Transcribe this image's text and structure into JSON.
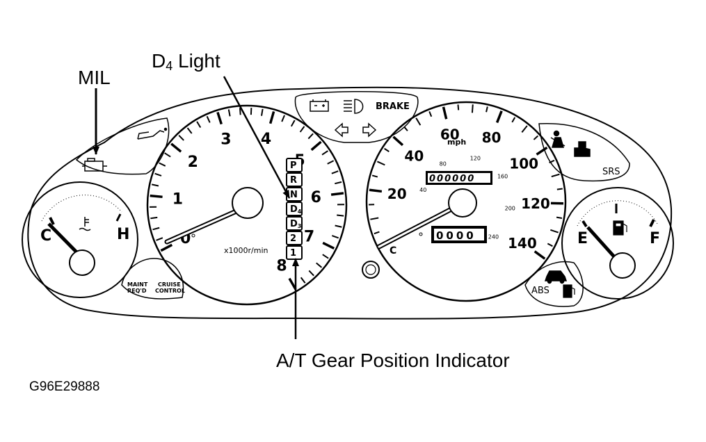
{
  "callouts": {
    "mil": "MIL",
    "d4_light_main": "D",
    "d4_light_sub": "4",
    "d4_light_rest": " Light",
    "at_gear_indicator": "A/T Gear Position Indicator",
    "figure_id": "G96E29888"
  },
  "tachometer": {
    "numbers": [
      "0",
      "1",
      "2",
      "3",
      "4",
      "5",
      "6",
      "7",
      "8"
    ],
    "unit": "x1000r/min"
  },
  "gear_indicator": {
    "positions": [
      "P",
      "R",
      "N",
      "D4",
      "D3",
      "2",
      "1"
    ]
  },
  "speedometer": {
    "mph_numbers": [
      "20",
      "40",
      "60",
      "80",
      "100",
      "120",
      "140"
    ],
    "mph_unit": "mph",
    "kmh_numbers": [
      "40",
      "80",
      "120",
      "160",
      "200",
      "240"
    ],
    "odometer": "000000",
    "trip": "0000"
  },
  "temp_gauge": {
    "cold": "C",
    "hot": "H"
  },
  "fuel_gauge": {
    "empty": "E",
    "full": "F"
  },
  "indicator_labels": {
    "brake": "BRAKE",
    "srs": "SRS",
    "abs": "ABS",
    "maint": "MAINT REQ'D",
    "cruise": "CRUISE CONTROL"
  }
}
